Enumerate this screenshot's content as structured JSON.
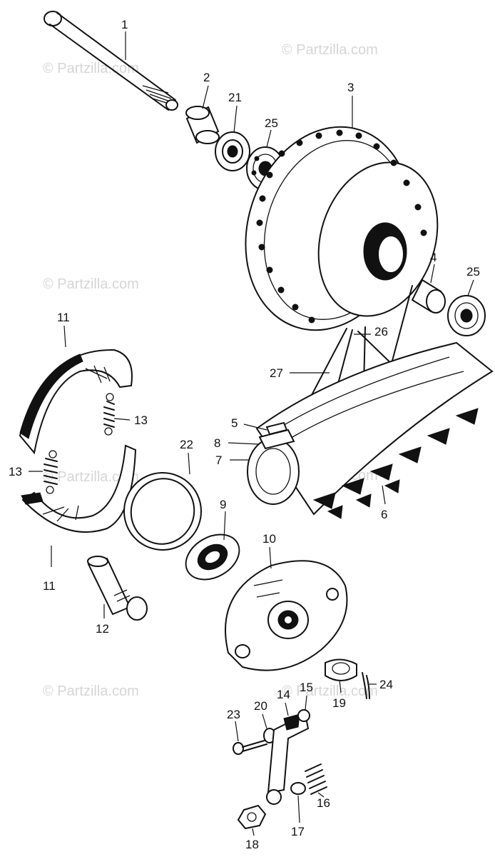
{
  "watermark": "© Partzilla.com",
  "callouts": [
    {
      "id": "1",
      "text": "1"
    },
    {
      "id": "2",
      "text": "2"
    },
    {
      "id": "21",
      "text": "21"
    },
    {
      "id": "25a",
      "text": "25"
    },
    {
      "id": "3",
      "text": "3"
    },
    {
      "id": "4",
      "text": "4"
    },
    {
      "id": "25b",
      "text": "25"
    },
    {
      "id": "26",
      "text": "26"
    },
    {
      "id": "27",
      "text": "27"
    },
    {
      "id": "11a",
      "text": "11"
    },
    {
      "id": "13a",
      "text": "13"
    },
    {
      "id": "13b",
      "text": "13"
    },
    {
      "id": "11b",
      "text": "11"
    },
    {
      "id": "5",
      "text": "5"
    },
    {
      "id": "8",
      "text": "8"
    },
    {
      "id": "7",
      "text": "7"
    },
    {
      "id": "6",
      "text": "6"
    },
    {
      "id": "22",
      "text": "22"
    },
    {
      "id": "9",
      "text": "9"
    },
    {
      "id": "10",
      "text": "10"
    },
    {
      "id": "12",
      "text": "12"
    },
    {
      "id": "24",
      "text": "24"
    },
    {
      "id": "19",
      "text": "19"
    },
    {
      "id": "23",
      "text": "23"
    },
    {
      "id": "20",
      "text": "20"
    },
    {
      "id": "14",
      "text": "14"
    },
    {
      "id": "15",
      "text": "15"
    },
    {
      "id": "16",
      "text": "16"
    },
    {
      "id": "17",
      "text": "17"
    },
    {
      "id": "18",
      "text": "18"
    }
  ]
}
